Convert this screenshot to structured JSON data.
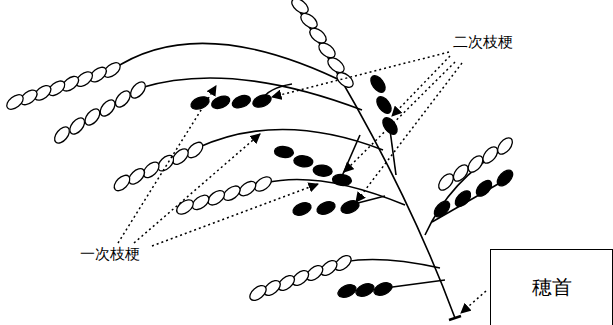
{
  "diagram": {
    "nodes": [
      {
        "text": [
          "穂首"
        ]
      }
    ],
    "labels": [
      "二次枝梗",
      "一次枝梗"
    ]
  }
}
